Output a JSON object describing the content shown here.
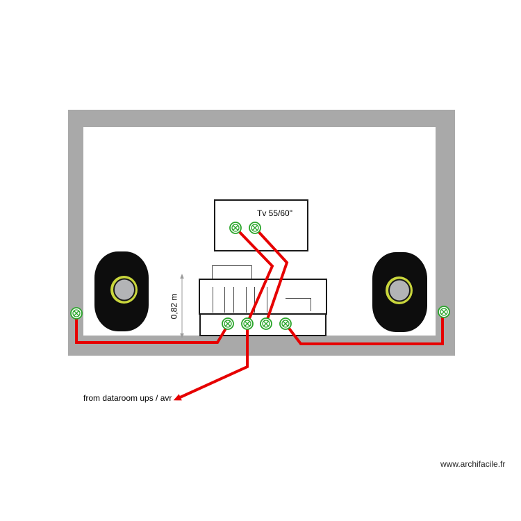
{
  "page": {
    "watermark": "www.archifacile.fr"
  },
  "plan": {
    "tv": {
      "label": "Tv 55/60\"",
      "outlet_count": 2
    },
    "media_unit": {
      "outlet_count": 4
    },
    "wall_outlets": {
      "count": 2
    },
    "dimension": {
      "label": "0,82 m"
    },
    "annotation": {
      "label": "from dataroom ups / avr"
    },
    "icons": {
      "outlet": "power-outlet-icon",
      "outlet_glyph": "circle with inscribed X"
    },
    "colors": {
      "wall": "#a9a9a9",
      "wire": "#e60000",
      "outlet_green": "#2ba52b",
      "speaker_body": "#0d0d0d",
      "speaker_ring": "#c9d63c",
      "speaker_cone": "#b3b4b6",
      "outline": "#1a1a1a",
      "dimension_line": "#9b9b9b"
    }
  }
}
